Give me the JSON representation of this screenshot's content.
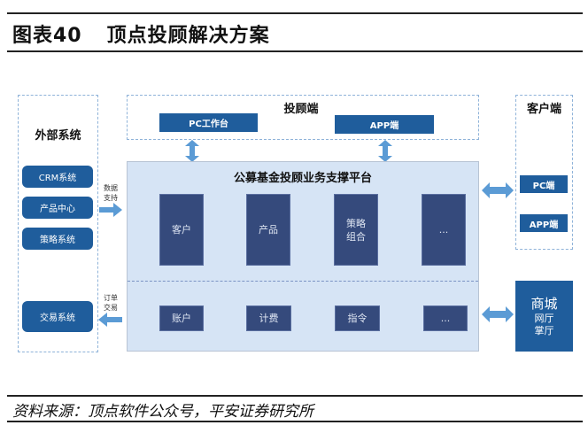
{
  "figure": {
    "label": "图表40",
    "title": "顶点投顾解决方案"
  },
  "external": {
    "title": "外部系统",
    "items": [
      "CRM系统",
      "产品中心",
      "策略系统"
    ],
    "trade": "交易系统",
    "data_support": "数据\n支持",
    "order_trade": "订单\n交易"
  },
  "advisor": {
    "title": "投顾端",
    "pc": "PC工作台",
    "app": "APP端"
  },
  "platform": {
    "title": "公募基金投顾业务支撑平台",
    "modules": [
      "客户",
      "产品",
      "策略\n组合",
      "..."
    ],
    "functions": [
      "账户",
      "计费",
      "指令",
      "..."
    ]
  },
  "client": {
    "title": "客户端",
    "pc": "PC端",
    "app": "APP端"
  },
  "mall": {
    "title": "商城",
    "sub": "网厅\n掌厅"
  },
  "footer": "资料来源：顶点软件公众号，平安证券研究所",
  "colors": {
    "button": "#1f5d9c",
    "module": "#354a7c",
    "platform_bg": "#d6e4f5",
    "arrow": "#5b9bd5"
  }
}
